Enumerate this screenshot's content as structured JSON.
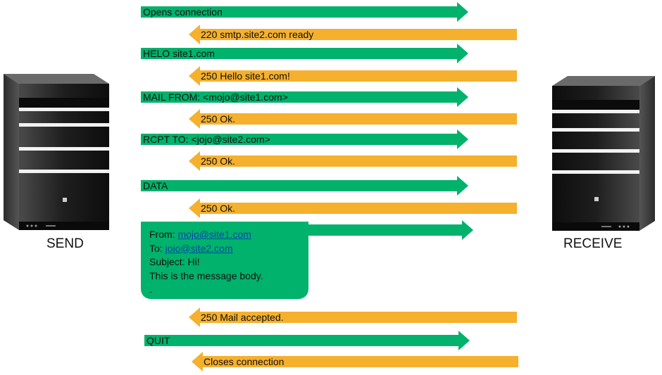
{
  "sender": {
    "label": "SEND"
  },
  "receiver": {
    "label": "RECEIVE"
  },
  "colors": {
    "client": "#00b26b",
    "server": "#f5b02e"
  },
  "messages": [
    {
      "direction": "right",
      "text": "Opens connection"
    },
    {
      "direction": "left",
      "text": "220 smtp.site2.com ready"
    },
    {
      "direction": "right",
      "text": "HELO site1.com"
    },
    {
      "direction": "left",
      "text": "250 Hello site1.com!"
    },
    {
      "direction": "right",
      "text": "MAIL FROM: <mojo@site1.com>"
    },
    {
      "direction": "left",
      "text": "250 Ok."
    },
    {
      "direction": "right",
      "text": "RCPT TO: <jojo@site2.com>"
    },
    {
      "direction": "left",
      "text": "250 Ok."
    },
    {
      "direction": "right",
      "text": "DATA"
    },
    {
      "direction": "left",
      "text": "250 Ok."
    },
    {
      "direction": "right",
      "text": ""
    },
    {
      "direction": "left",
      "text": "250 Mail accepted."
    },
    {
      "direction": "right",
      "text": "QUIT"
    },
    {
      "direction": "left",
      "text": "Closes connection"
    }
  ],
  "email": {
    "from_label": "From: ",
    "from_address": "mojo@site1.com",
    "to_label": "To: ",
    "to_address": "jojo@site2.com",
    "subject": "Subject: Hi!",
    "body": "This is the message body.",
    "terminator": "."
  }
}
